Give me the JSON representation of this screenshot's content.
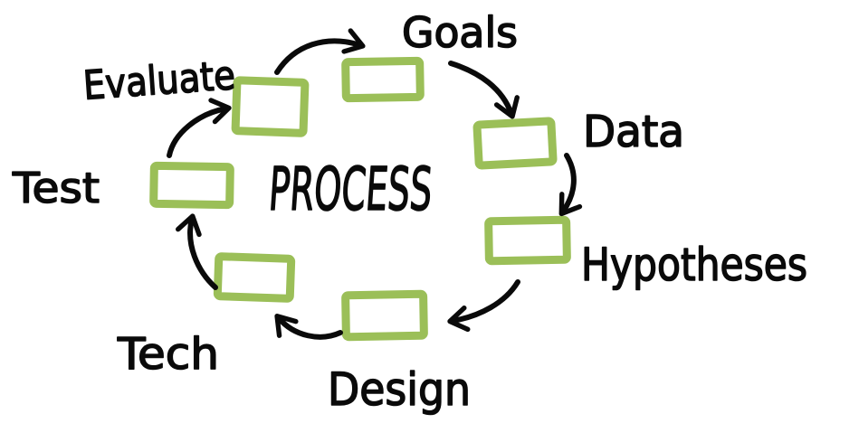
{
  "center_label": "PROCESS",
  "steps": [
    {
      "label": "Goals"
    },
    {
      "label": "Data"
    },
    {
      "label": "Hypotheses"
    },
    {
      "label": "Design"
    },
    {
      "label": "Tech"
    },
    {
      "label": "Test"
    },
    {
      "label": "Evaluate"
    }
  ],
  "colors": {
    "box_stroke": "#9bbf58",
    "ink": "#0a0a0a"
  }
}
